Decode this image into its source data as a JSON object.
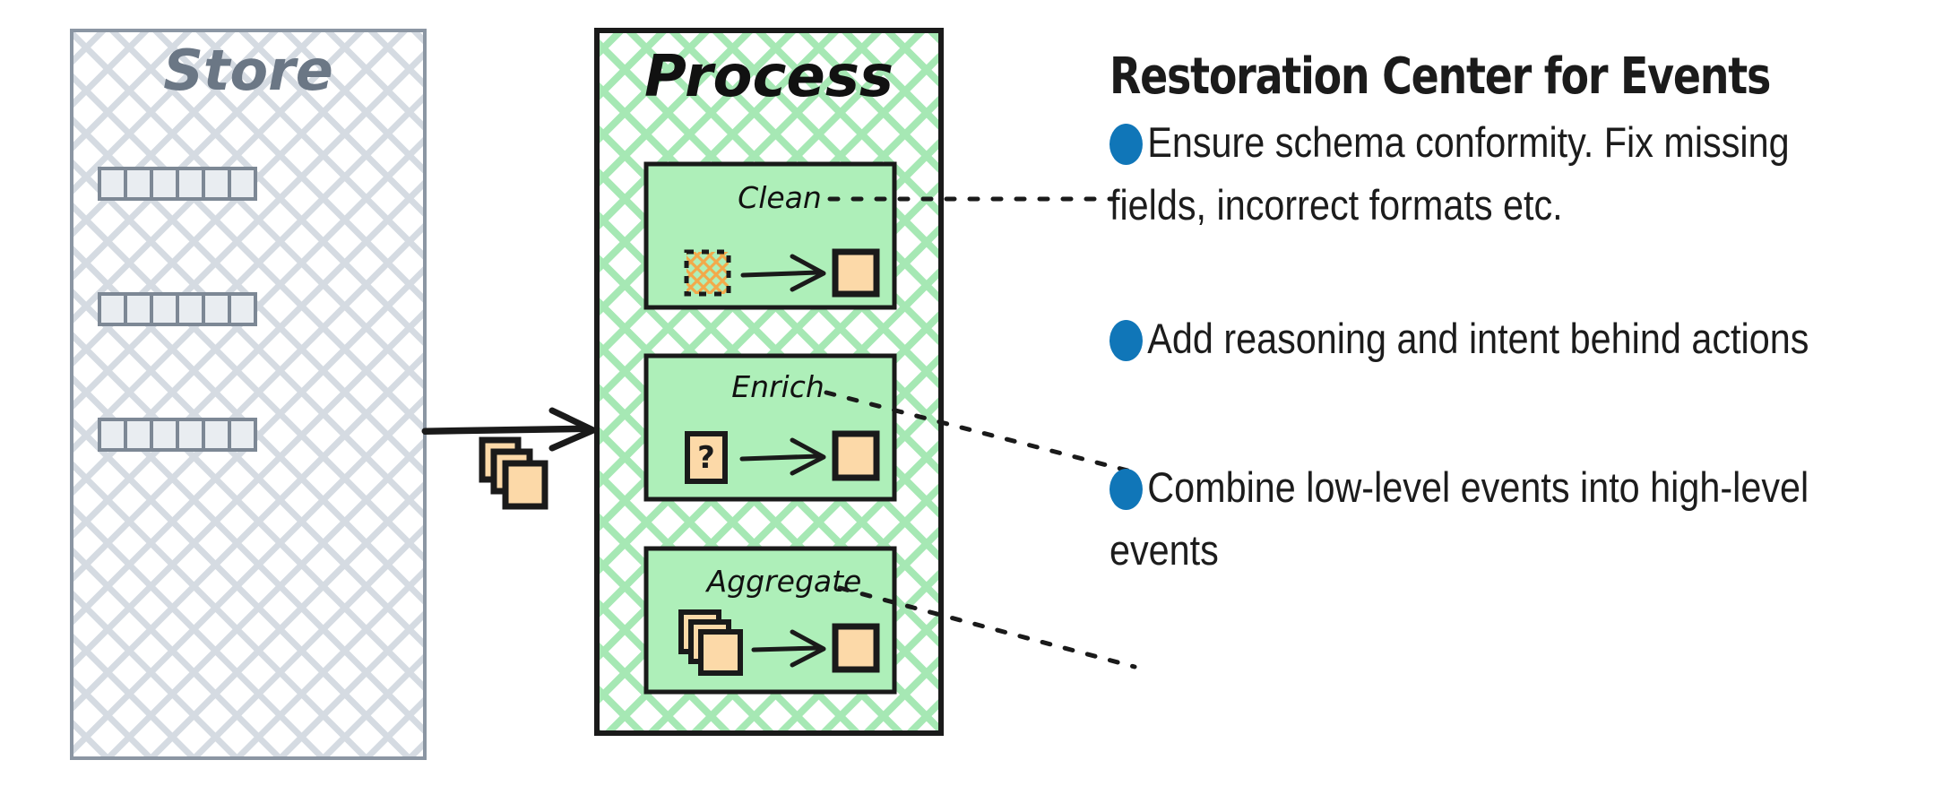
{
  "diagram": {
    "store_panel": {
      "title": "Store",
      "title_color": "#6b7785",
      "border_color": "#8b96a3",
      "hatch_color": "#d5dbe2",
      "rows": [
        {
          "cells": 6
        },
        {
          "cells": 6
        },
        {
          "cells": 6
        }
      ],
      "cell_fill": "#e9edf1",
      "cell_border": "#7d8895"
    },
    "flow_arrow": {
      "label": "",
      "icon": "stacked-events-icon",
      "color": "#1a1a1a"
    },
    "process_panel": {
      "title": "Process",
      "title_color": "#111111",
      "border_color": "#1a1a1a",
      "hatch_color": "#a6e8b4",
      "box_fill": "#aeefb9",
      "steps": [
        {
          "label": "Clean",
          "input_icon": "hatched-dashed-square-icon",
          "output_icon": "orange-square-icon",
          "connector": "dotted-leader-line"
        },
        {
          "label": "Enrich",
          "input_icon": "question-square-icon",
          "output_icon": "orange-square-icon",
          "connector": "dotted-leader-line"
        },
        {
          "label": "Aggregate",
          "input_icon": "stacked-squares-icon",
          "output_icon": "orange-square-icon",
          "connector": "dotted-leader-line"
        }
      ],
      "accent_orange": "#FCD9A8",
      "accent_orange_stroke": "#1a1a1a"
    }
  },
  "notes": {
    "heading": "Restoration Center for Events",
    "bullet_color": "#1076B8",
    "items": [
      {
        "lead": "Ensure schema conformity.",
        "rest": " Fix missing fields, incorrect formats etc."
      },
      {
        "lead": "Add reasoning and intent",
        "rest": " behind actions"
      },
      {
        "lead": "Combine low-level events",
        "rest": " into high-level events"
      }
    ]
  }
}
